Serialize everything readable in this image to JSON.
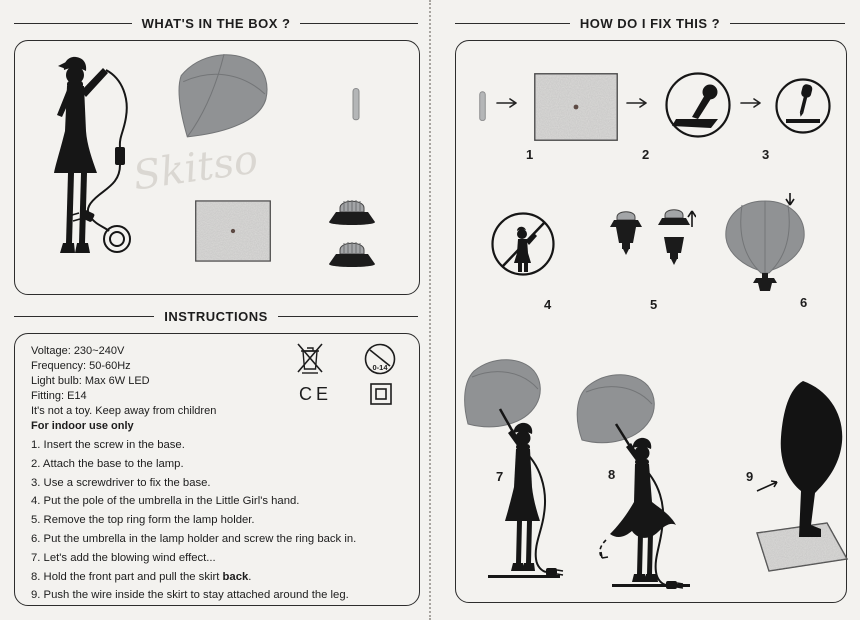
{
  "brand_watermark": "Skitso",
  "left_page": {
    "box_title": "WHAT'S IN THE BOX ?",
    "instructions_title": "INSTRUCTIONS",
    "specs": [
      "Voltage: 230~240V",
      "Frequency: 50-60Hz",
      "Light bulb: Max 6W LED",
      "Fitting: E14",
      "It's not a toy. Keep away from children",
      "For indoor use only"
    ],
    "steps": [
      "1. Insert the screw in the base.",
      "2. Attach the base to the lamp.",
      "3. Use a screwdriver to fix the base.",
      "4. Put the pole of the umbrella in the Little Girl's hand.",
      "5. Remove the top ring form the lamp holder.",
      "6. Put the umbrella in the lamp holder and screw the ring back in.",
      "7. Let's add the blowing wind effect..."
    ],
    "step8": {
      "pre": "8. Hold the front part and pull the skirt ",
      "bold": "back",
      "post": "."
    },
    "step9": "9. Push the wire inside the skirt to stay attached around the leg.",
    "icons": {
      "age_label": "0-14",
      "ce_label": "CE"
    }
  },
  "right_page": {
    "title": "HOW DO I FIX THIS ?",
    "numbers": [
      "1",
      "2",
      "3",
      "4",
      "5",
      "6",
      "7",
      "8",
      "9"
    ]
  }
}
